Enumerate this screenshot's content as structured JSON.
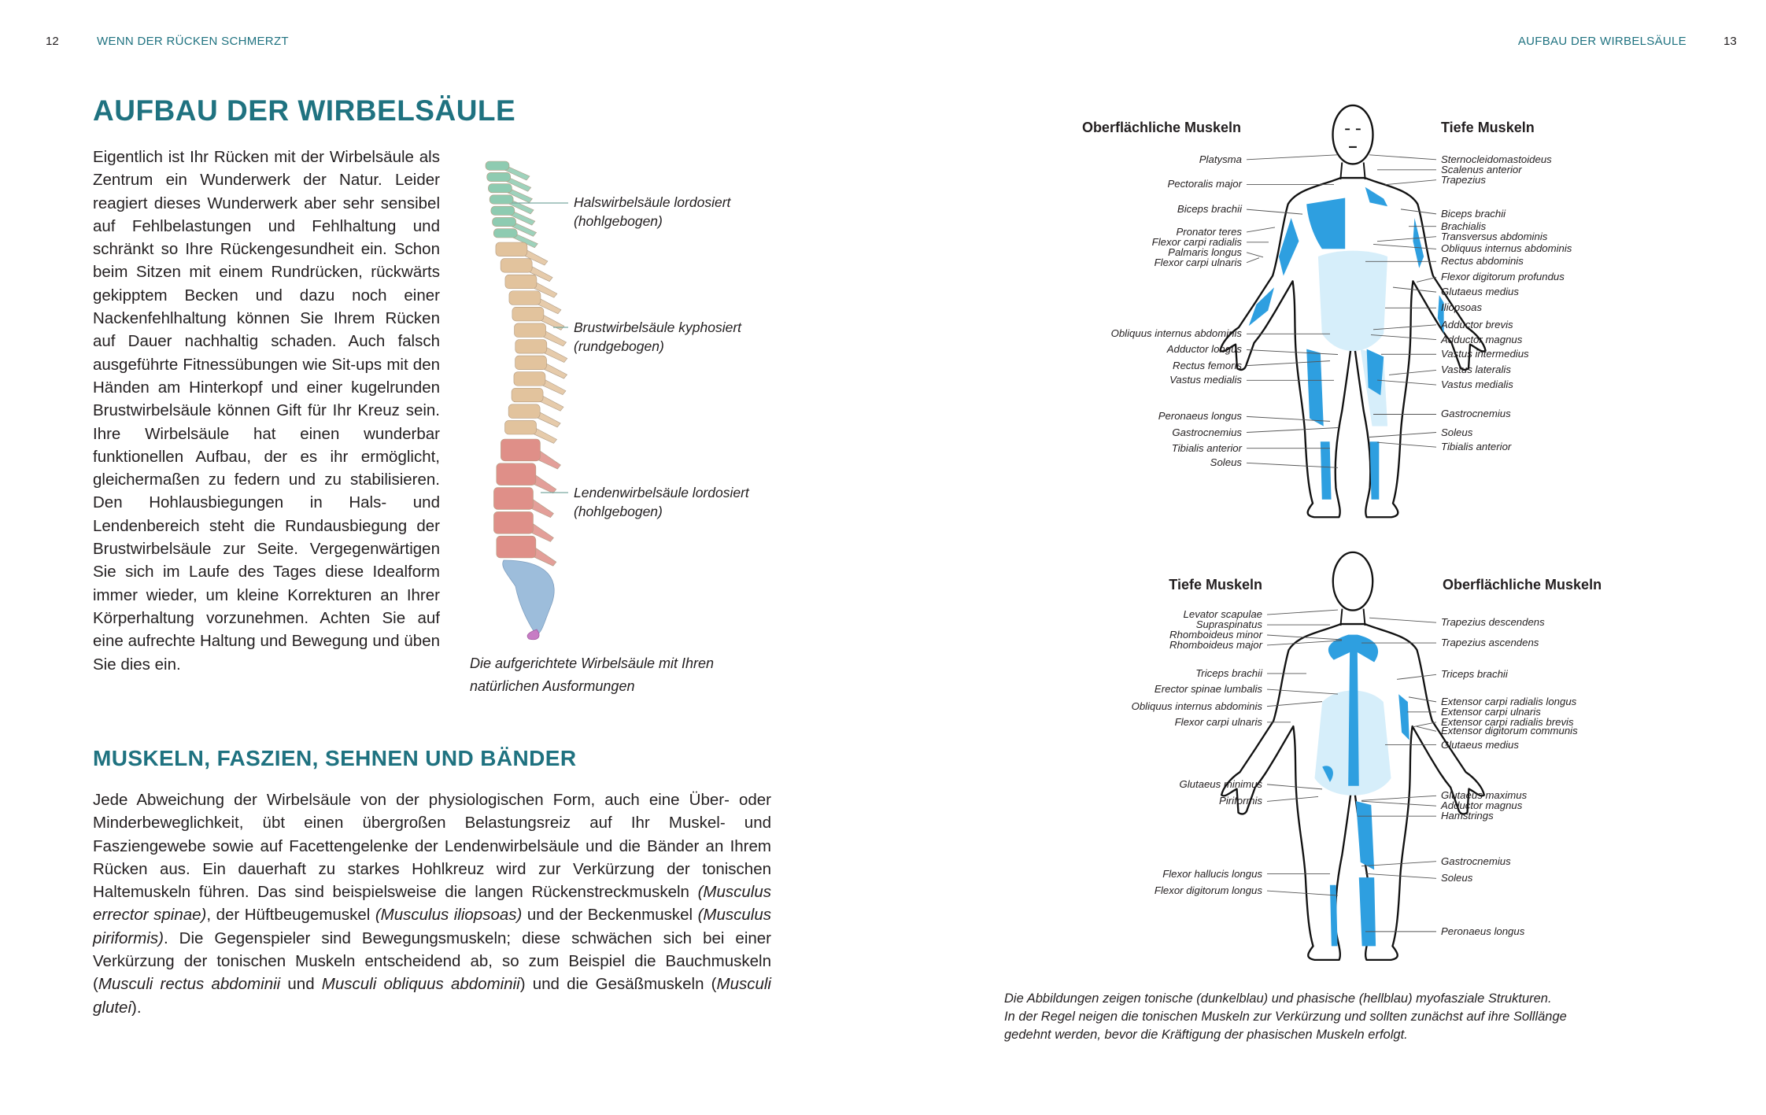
{
  "left_page": {
    "page_number": "12",
    "running_head": "WENN DER RÜCKEN SCHMERZT",
    "title": "AUFBAU DER WIRBELSÄULE",
    "intro": "Eigentlich ist Ihr Rücken mit der Wirbelsäule als Zentrum ein Wunderwerk der Natur. Leider reagiert dieses Wunderwerk aber sehr sensibel auf Fehlbelastungen und Fehlhaltung und schränkt so Ihre Rückengesundheit ein. Schon beim Sitzen mit einem Rundrücken, rückwärts gekipptem Becken und dazu noch einer Nackenfehlhaltung können Sie Ihrem Rücken auf Dauer nachhaltig schaden. Auch falsch ausgeführte Fitnessübungen wie Sit-ups mit den Händen am Hinterkopf und einer kugelrunden Brustwirbelsäule können Gift für Ihr Kreuz sein. Ihre Wirbelsäule hat einen wunderbar funktionellen Aufbau, der es ihr ermöglicht, gleichermaßen zu federn und zu stabilisieren. Den Hohlausbiegungen in Hals- und Lendenbereich steht die Rundausbiegung der Brustwirbelsäule zur Seite. Vergegenwärtigen Sie sich im Laufe des Tages diese Idealform immer wieder, um kleine Korrekturen an Ihrer Körperhaltung vorzunehmen. Achten Sie auf eine aufrechte Haltung und Bewegung und üben Sie dies ein.",
    "spine_labels": [
      {
        "line1": "Halswirbelsäule lordosiert",
        "line2": "(hohlgebogen)"
      },
      {
        "line1": "Brustwirbelsäule kyphosiert",
        "line2": "(rundgebogen)"
      },
      {
        "line1": "Lendenwirbelsäule lordosiert",
        "line2": "(hohlgebogen)"
      }
    ],
    "spine_caption": {
      "line1": "Die aufgerichtete Wirbelsäule mit Ihren",
      "line2": "natürlichen Ausformungen"
    },
    "section2_title": "MUSKELN, FASZIEN, SEHNEN UND BÄNDER",
    "section2_text": [
      {
        "t": "Jede Abweichung der Wirbelsäule von der physiologischen Form, auch eine Über- oder Minderbeweglichkeit, übt einen übergroßen Belastungsreiz auf Ihr Muskel- und Fasziengewebe sowie auf Facettengelenke der Lendenwirbelsäule und die Bänder an Ihrem Rücken aus. Ein dauerhaft zu starkes Hohlkreuz wird zur Verkürzung der tonischen Haltemuskeln führen. Das sind beispielsweise die langen Rückenstreckmuskeln "
      },
      {
        "i": "(Musculus errector spinae)"
      },
      {
        "t": ", der Hüftbeugemuskel "
      },
      {
        "i": "(Musculus iliopsoas)"
      },
      {
        "t": " und der Beckenmuskel "
      },
      {
        "i": "(Musculus piriformis)"
      },
      {
        "t": ". Die Gegenspieler sind Bewegungsmuskeln; diese schwächen sich bei einer Verkürzung der tonischen Muskeln entscheidend ab, so zum Beispiel die Bauchmuskeln ("
      },
      {
        "i": "Musculi rectus abdominii"
      },
      {
        "t": " und "
      },
      {
        "i": "Musculi obliquus abdominii"
      },
      {
        "t": ") und die Gesäßmuskeln ("
      },
      {
        "i": "Musculi glutei"
      },
      {
        "t": ")."
      }
    ]
  },
  "right_page": {
    "page_number": "13",
    "running_head": "AUFBAU DER WIRBELSÄULE",
    "front_view": {
      "left_heading": "Oberflächliche Muskeln",
      "right_heading": "Tiefe Muskeln",
      "left_labels": [
        "Platysma",
        "Pectoralis major",
        "Biceps brachii",
        "Pronator teres",
        "Flexor carpi radialis",
        "Palmaris longus",
        "Flexor carpi ulnaris",
        "Obliquus internus abdominis",
        "Adductor longus",
        "Rectus femoris",
        "Vastus medialis",
        "Peronaeus longus",
        "Gastrocnemius",
        "Tibialis anterior",
        "Soleus"
      ],
      "right_labels": [
        "Sternocleidomastoideus",
        "Scalenus anterior",
        "Trapezius",
        "Biceps brachii",
        "Brachialis",
        "Transversus abdominis",
        "Obliquus internus abdominis",
        "Rectus abdominis",
        "Flexor digitorum profundus",
        "Glutaeus medius",
        "Iliopsoas",
        "Adductor brevis",
        "Adductor magnus",
        "Vastus intermedius",
        "Vastus lateralis",
        "Vastus medialis",
        "Gastrocnemius",
        "Soleus",
        "Tibialis anterior"
      ]
    },
    "back_view": {
      "left_heading": "Tiefe Muskeln",
      "right_heading": "Oberflächliche Muskeln",
      "left_labels": [
        "Levator scapulae",
        "Supraspinatus",
        "Rhomboideus minor",
        "Rhomboideus major",
        "Triceps brachii",
        "Erector spinae lumbalis",
        "Obliquus internus abdominis",
        "Flexor carpi ulnaris",
        "Glutaeus minimus",
        "Piriformis",
        "Flexor hallucis longus",
        "Flexor digitorum longus"
      ],
      "right_labels": [
        "Trapezius descendens",
        "Trapezius ascendens",
        "Triceps brachii",
        "Extensor carpi radialis longus",
        "Extensor carpi ulnaris",
        "Extensor carpi radialis brevis",
        "Extensor digitorum communis",
        "Glutaeus medius",
        "Glutaeus maximus",
        "Adductor magnus",
        "Hamstrings",
        "Gastrocnemius",
        "Soleus",
        "Peronaeus longus"
      ]
    },
    "caption": [
      "Die Abbildungen zeigen tonische (dunkelblau) und phasische (hellblau) myofasziale Strukturen.",
      "In der Regel neigen die tonischen Muskeln zur Verkürzung und sollten zunächst auf ihre Solllänge",
      "gedehnt werden, bevor die Kräftigung der phasischen Muskeln erfolgt."
    ]
  },
  "colors": {
    "accent": "#1f7280",
    "tonic_blue": "#2e9fe0",
    "phasic_blue": "#d6eefa",
    "cervical": "#8ecbb1",
    "thoracic": "#e2c39d",
    "lumbar": "#df8f88",
    "sacrum": "#9dbddb",
    "coccyx": "#c77cc4"
  }
}
